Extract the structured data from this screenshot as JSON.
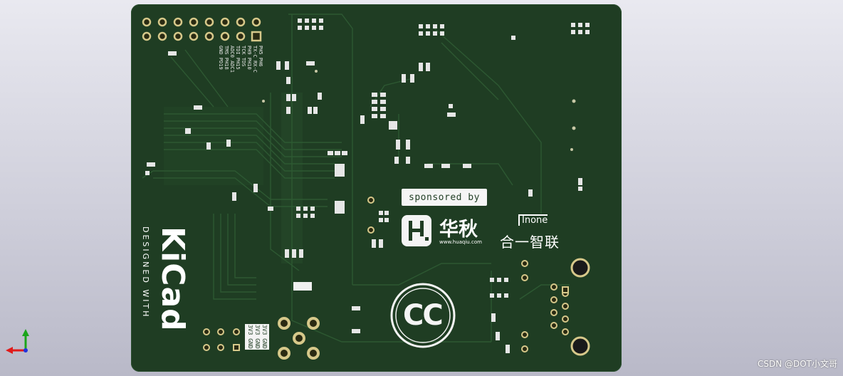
{
  "viewer": {
    "background_top": "#e9e9f0",
    "background_bottom": "#b9b9c8",
    "axis_icon": "xyz-axis-icon"
  },
  "pcb": {
    "board_color": "#1f3d23",
    "silkscreen_color": "#f4f4f4",
    "copper_color": "#d6c88a",
    "header_labels": [
      "PH5 PH6",
      "TX-C RX-C",
      "PH9 PH10",
      "TCK TDS",
      "TDI PH15",
      "ADC0 ADC1",
      "TMS PH18",
      "GND PD19"
    ],
    "sponsor": {
      "text": "sponsored by",
      "huaqiu_name": "华秋",
      "huaqiu_url": "www.huaqiu.com",
      "inone_brand": "Inone",
      "inone_cn": "合一智联"
    },
    "kicad": {
      "designed_with": "DESIGNED WITH",
      "logo": "KiCad"
    },
    "power_label": [
      "3V3 GND",
      "3V3 GND",
      "3V3 GND"
    ],
    "cc_logo": "CC"
  },
  "watermark": "CSDN @DOT小文哥"
}
